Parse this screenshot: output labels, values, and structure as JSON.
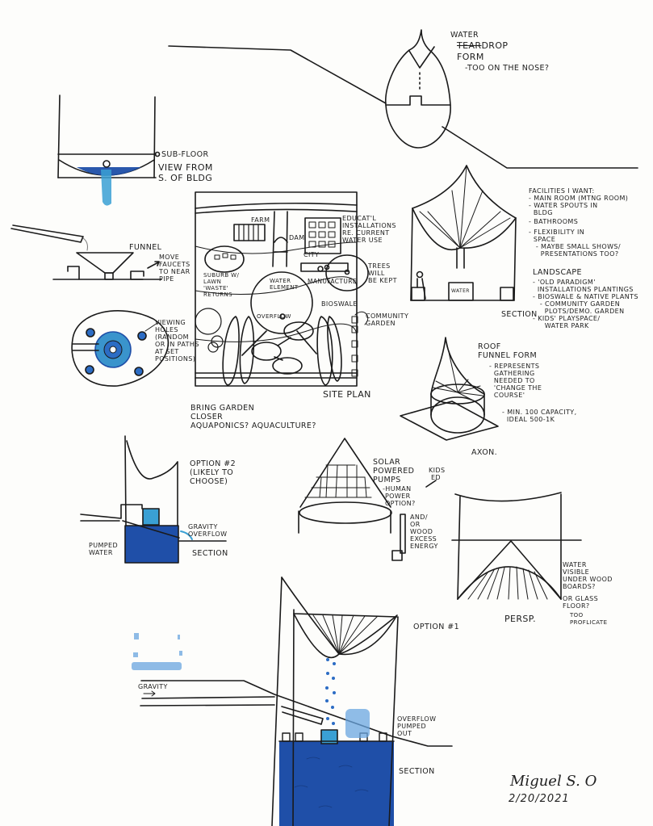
{
  "sheet": {
    "teardrop": {
      "line1": "WATER",
      "line2_struck": "TEAR",
      "line2_rest": "DROP",
      "line3": "FORM",
      "note": "-TOO ON THE NOSE?"
    },
    "subfloor": {
      "label": "SUB-FLOOR",
      "view_line1": "VIEW FROM",
      "view_line2": "S. OF BLDG"
    },
    "funnel": {
      "label": "FUNNEL",
      "note": "MOVE\nFAUCETS\nTO NEAR\nPIPE"
    },
    "plan_circle": {
      "note": "VIEWING\nHOLES\n(RANDOM\nOR IN PATHS\nAT SET\nPOSITIONS)"
    },
    "site_plan": {
      "title": "SITE PLAN",
      "labels": {
        "farm": "FARM",
        "dam": "DAM",
        "city": "CITY",
        "educational": "EDUCAT'L\nINSTALLATIONS\nRE. CURRENT\nWATER USE",
        "suburb": "SUBURB W/\nLAWN\n'WASTE'\nRETURNS",
        "water_element": "WATER\nELEMENT",
        "manufacture": "MANUFACTURE",
        "trees": "TREES\nWILL\nBE KEPT",
        "bioswale": "BIOSWALE",
        "overflow": "OVERFLOW",
        "community_garden": "COMMUNITY\nGARDEN"
      }
    },
    "garden_note": "BRING GARDEN\nCLOSER\nAQUAPONICS? AQUACULTURE?",
    "facilities": {
      "title": "FACILITIES I WANT:",
      "items": [
        "- MAIN ROOM (MTNG ROOM)",
        "- WATER SPOUTS IN\n  BLDG",
        "- BATHROOMS",
        "- FLEXIBILITY IN\n  SPACE",
        "   - MAYBE SMALL SHOWS/\n     PRESENTATIONS TOO?"
      ]
    },
    "landscape": {
      "title": "LANDSCAPE",
      "items": [
        "- 'OLD PARADIGM'\n  INSTALLATIONS PLANTINGS",
        "- BIOSWALE & NATIVE PLANTS",
        "   - COMMUNITY GARDEN\n     PLOTS/DEMO. GARDEN",
        "- KIDS' PLAYSPACE/\n     WATER PARK"
      ]
    },
    "section_upper": {
      "label": "SECTION",
      "water_box": "WATER"
    },
    "roof": {
      "title": "ROOF\nFUNNEL FORM",
      "note": "- REPRESENTS\n  GATHERING\n  NEEDED TO\n  'CHANGE THE\n  COURSE'",
      "capacity": "- MIN. 100 CAPACITY,\n  IDEAL 500-1K",
      "axon": "AXON."
    },
    "option2": {
      "title": "OPTION #2\n(LIKELY TO\nCHOOSE)",
      "gravity_overflow": "GRAVITY\nOVERFLOW",
      "pumped_water": "PUMPED\nWATER",
      "section": "SECTION"
    },
    "solar": {
      "title": "SOLAR\nPOWERED\nPUMPS",
      "human": "-HUMAN\n POWER\n OPTION?",
      "kids": "KIDS\n ED",
      "and_or": "AND/\nOR\nWOOD\nEXCESS\nENERGY"
    },
    "persp": {
      "label": "PERSP.",
      "water_visible": "WATER\nVISIBLE\nUNDER WOOD\nBOARDS?",
      "glass_floor": "OR GLASS\nFLOOR?",
      "too_proflicate": "TOO\nPROFLICATE"
    },
    "option1": {
      "title": "OPTION #1",
      "gravity": "GRAVITY",
      "gravity_arrow": "→",
      "overflow": "OVERFLOW\nPUMPED\nOUT",
      "section": "SECTION"
    },
    "signature": {
      "name": "Miguel S. O",
      "date": "2/20/2021"
    }
  },
  "colors": {
    "ink": "#1a1a1a",
    "water_dark": "#1f4fa8",
    "water_mid": "#2c6cc4",
    "water_light": "#3aa0d4",
    "speckle": "#6aa6e0",
    "paper": "#fdfdfb"
  }
}
